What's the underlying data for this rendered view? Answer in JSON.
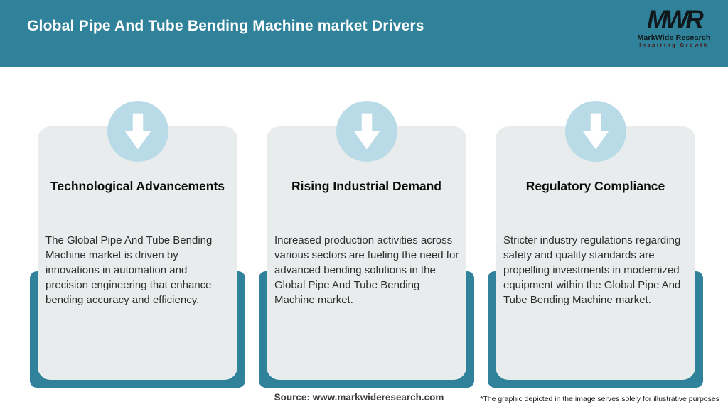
{
  "header": {
    "title": "Global Pipe And Tube Bending Machine market Drivers",
    "logo": {
      "mark": "MWR",
      "name": "MarkWide Research",
      "tagline": "INSPIRING GROWTH"
    }
  },
  "drivers": [
    {
      "icon": "down-arrow-icon",
      "title": "Technological Advancements",
      "description": "The Global Pipe And Tube Bending Machine market is driven by innovations in automation and precision engineering that enhance bending accuracy and efficiency."
    },
    {
      "icon": "down-arrow-icon",
      "title": "Rising Industrial Demand",
      "description": "Increased production activities across various sectors are fueling the need for advanced bending solutions in the Global Pipe And Tube Bending Machine market."
    },
    {
      "icon": "down-arrow-icon",
      "title": "Regulatory Compliance",
      "description": "Stricter industry regulations regarding safety and quality standards are propelling investments in modernized equipment within the Global Pipe And Tube Bending Machine market."
    }
  ],
  "footer": {
    "source": "Source: www.markwideresearch.com",
    "disclaimer": "*The graphic depicted in the image serves solely for illustrative purposes"
  },
  "colors": {
    "teal": "#2f8299",
    "icon_circle_blue": "#b9dae7",
    "card_background": "#e9ecec",
    "header_text": "#ffffff"
  }
}
